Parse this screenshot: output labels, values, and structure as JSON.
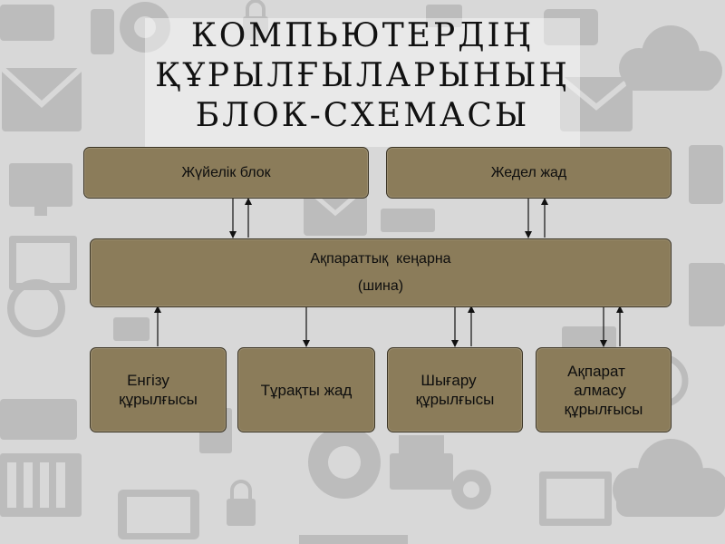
{
  "title": {
    "line1": "КОМПЬЮТЕРДІҢ",
    "line2": "ҚҰРЫЛҒЫЛАРЫНЫҢ",
    "line3": "БЛОК-СХЕМАСЫ"
  },
  "blocks": {
    "system_unit": "Жүйелік блок",
    "ram": "Жедел жад",
    "bus_line1": "Ақпараттық  кеңарна",
    "bus_line2": "(шина)",
    "input_line1": "Енгізу",
    "input_line2": "құрылғысы",
    "rom": "Тұрақты жад",
    "output_line1": "Шығару",
    "output_line2": "құрылғысы",
    "exchange_line1": "Ақпарат",
    "exchange_line2": "алмасу",
    "exchange_line3": "құрылғысы"
  },
  "colors": {
    "box_fill": "#8b7c5a",
    "box_border": "#3b3424",
    "background": "#d9d9d9",
    "icon_pattern": "#9a9a9a"
  },
  "background_icons": [
    "cloud-icon",
    "envelope-icon",
    "gear-icon",
    "lock-icon",
    "monitor-icon",
    "phone-icon",
    "tablet-icon",
    "printer-icon",
    "refresh-icon",
    "network-icon"
  ]
}
